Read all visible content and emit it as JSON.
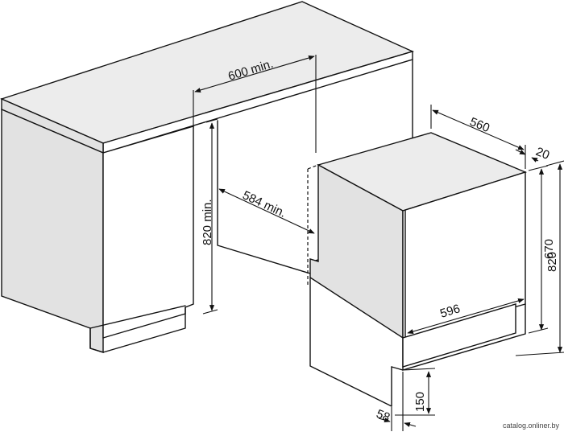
{
  "labels": {
    "niche_width": "600 min.",
    "niche_height": "820 min.",
    "niche_depth": "584 min.",
    "unit_depth": "560",
    "door_offset": "20",
    "unit_width": "596",
    "door_height": "670",
    "total_height": "820",
    "plinth_height": "150",
    "plinth_depth": "58"
  },
  "watermark": "catalog.onliner.by"
}
